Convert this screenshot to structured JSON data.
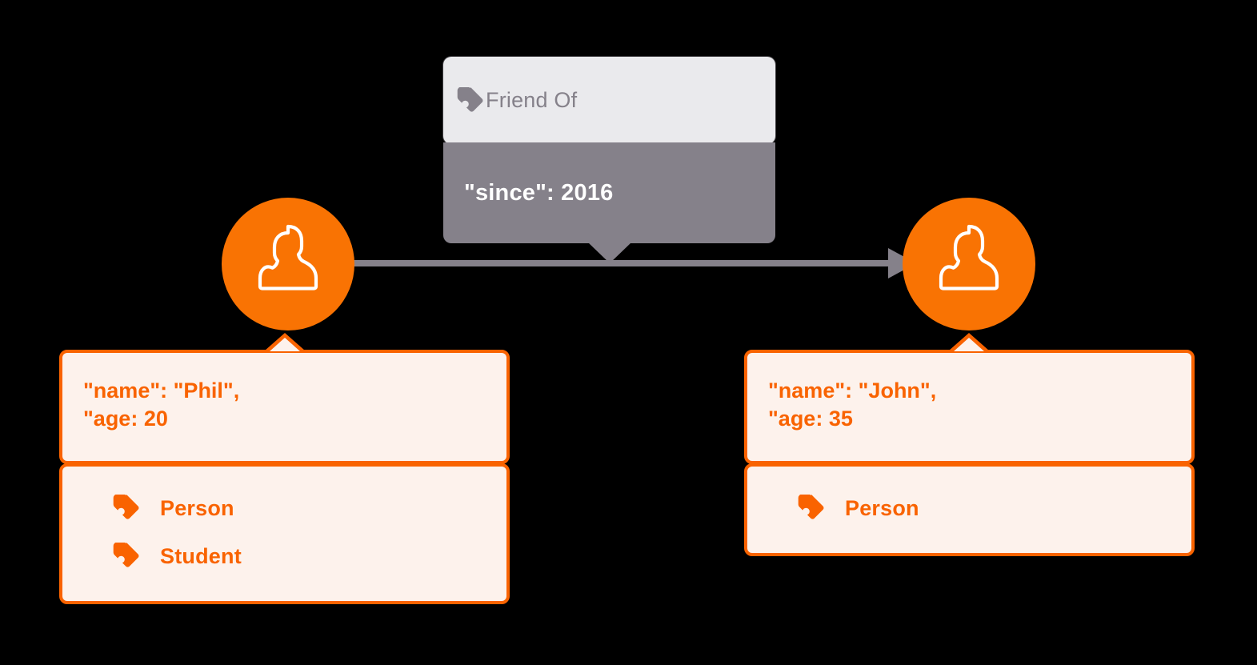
{
  "colors": {
    "background": "#000000",
    "node_orange": "#F97303",
    "card_border_orange": "#F96300",
    "card_fill_cream": "#FDF2EC",
    "rel_header_gray": "#EAEAED",
    "rel_body_gray": "#85818A",
    "edge_gray": "#85818A",
    "icon_white": "#FFFFFF"
  },
  "relationship": {
    "type_label": "Friend Of",
    "type_icon": "tag-icon",
    "properties_text": "\"since\": 2016",
    "direction": "left-to-right",
    "arrow_icon": "arrow-right-icon"
  },
  "nodes": [
    {
      "id": "left",
      "avatar_icon": "person-icon",
      "properties": [
        "\"name\": \"Phil\",",
        "\"age: 20"
      ],
      "labels": [
        {
          "icon": "tag-icon",
          "text": "Person"
        },
        {
          "icon": "tag-icon",
          "text": "Student"
        }
      ]
    },
    {
      "id": "right",
      "avatar_icon": "person-icon",
      "properties": [
        "\"name\": \"John\",",
        "\"age: 35"
      ],
      "labels": [
        {
          "icon": "tag-icon",
          "text": "Person"
        }
      ]
    }
  ]
}
